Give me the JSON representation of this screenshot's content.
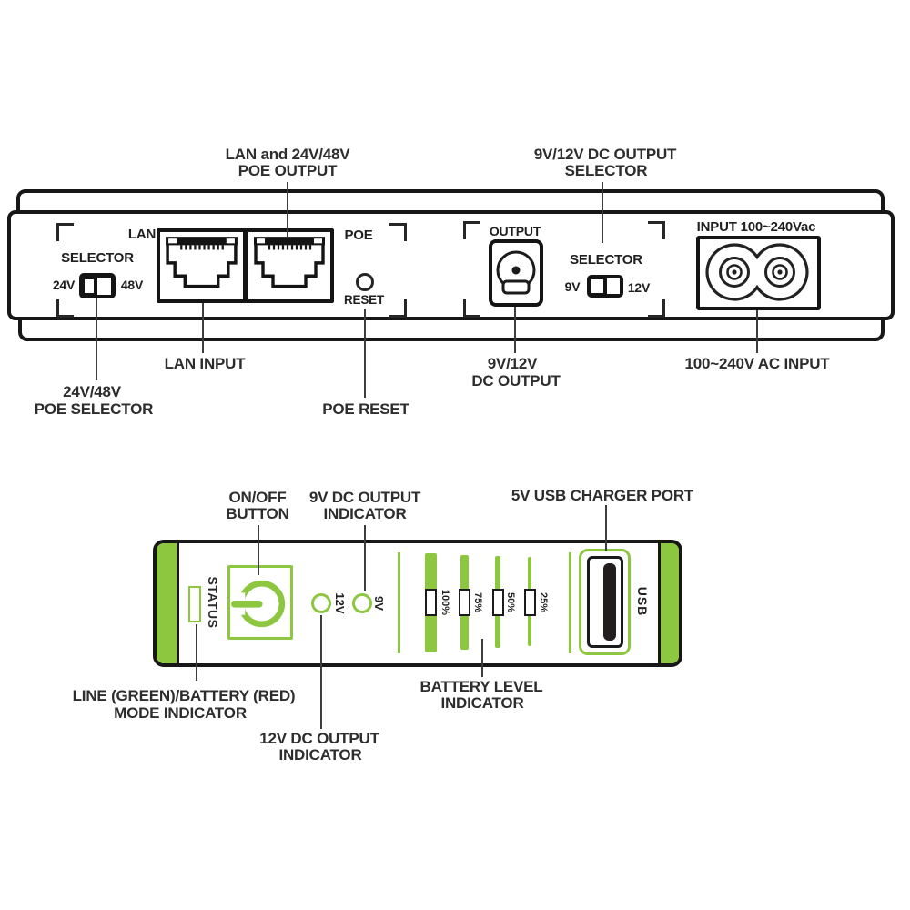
{
  "colors": {
    "accent_green": "#8dc63f",
    "ink": "#171717",
    "callout_line": "#3d3d3d",
    "text": "#2d2d2d"
  },
  "back_panel": {
    "callouts": {
      "poe_output": {
        "line1": "LAN and 24V/48V",
        "line2": "POE OUTPUT"
      },
      "dc_selector": {
        "line1": "9V/12V DC OUTPUT",
        "line2": "SELECTOR"
      },
      "poe_selector": {
        "line1": "24V/48V",
        "line2": "POE SELECTOR"
      },
      "lan_input": "LAN INPUT",
      "poe_reset": "POE RESET",
      "dc_output": {
        "line1": "9V/12V",
        "line2": "DC OUTPUT"
      },
      "ac_input": "100~240V AC INPUT"
    },
    "panel": {
      "selector_label_left": "SELECTOR",
      "poe_24v": "24V",
      "poe_48v": "48V",
      "lan_port": "LAN",
      "poe_port": "POE",
      "reset": "RESET",
      "output": "OUTPUT",
      "selector_label_right": "SELECTOR",
      "dc_9v": "9V",
      "dc_12v": "12V",
      "ac_inlet": "INPUT 100~240Vac"
    }
  },
  "front_panel": {
    "callouts": {
      "onoff": {
        "line1": "ON/OFF",
        "line2": "BUTTON"
      },
      "ind9v": {
        "line1": "9V DC OUTPUT",
        "line2": "INDICATOR"
      },
      "usb": "5V USB CHARGER PORT",
      "mode": {
        "line1": "LINE (GREEN)/BATTERY (RED)",
        "line2": "MODE INDICATOR"
      },
      "ind12v": {
        "line1": "12V DC OUTPUT",
        "line2": "INDICATOR"
      },
      "battery": {
        "line1": "BATTERY LEVEL",
        "line2": "INDICATOR"
      }
    },
    "panel": {
      "status": "STATUS",
      "led_12v": "12V",
      "led_9v": "9V",
      "usb": "USB"
    },
    "battery_levels": [
      "100%",
      "75%",
      "50%",
      "25%"
    ]
  }
}
